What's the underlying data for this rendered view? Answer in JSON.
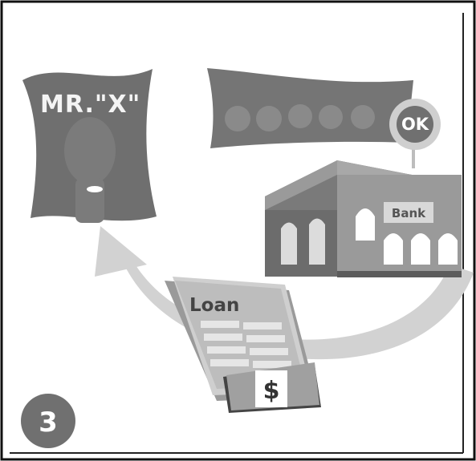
{
  "scene": {
    "person_label": "MR.\"X\"",
    "approval_label": "OK",
    "building_sign": "Bank",
    "document_title": "Loan",
    "money_symbol": "$",
    "step_number": "3"
  },
  "icons": {
    "person": "person-silhouette-icon",
    "bank": "bank-building-icon",
    "document": "loan-document-icon",
    "money": "cash-bundle-icon",
    "arrow": "curved-arrow-icon",
    "approval": "ok-badge-icon"
  },
  "colors": {
    "frame": "#111111",
    "panel_dark": "#6f6f6f",
    "panel_mid": "#8c8c8c",
    "arrow": "#cfcfcf",
    "badge": "#707070"
  }
}
